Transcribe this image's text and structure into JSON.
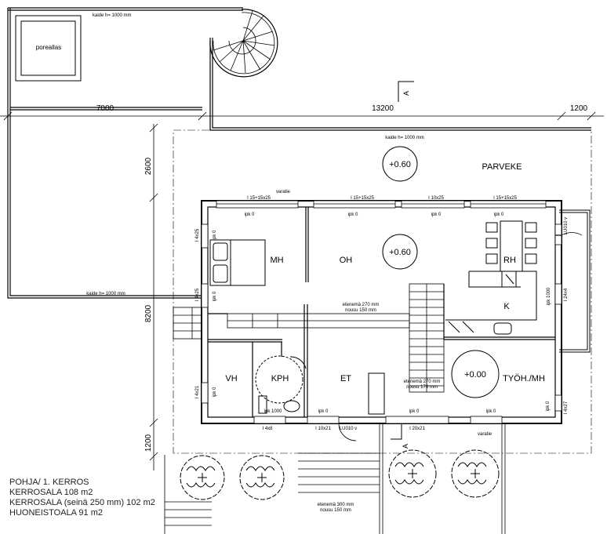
{
  "labels": {
    "poreallas": "poreallas",
    "kaide_top": "kaide h= 1000 mm",
    "kaide_parveke": "kaide h= 1000 mm",
    "kaide_left": "kaide h= 1000 mm",
    "arrow_a_top": "A",
    "arrow_a_bottom": "A",
    "dim_7000": "7000",
    "dim_13200": "13200",
    "dim_1200_top": "1200",
    "dim_2600": "2600",
    "dim_8200": "8200",
    "dim_1200_side": "1200",
    "level_parveke": "+0.60",
    "level_oh": "+0.60",
    "level_tyoh": "+0.00",
    "room_parveke": "PARVEKE",
    "room_mh": "MH",
    "room_oh": "OH",
    "room_rh": "RH",
    "room_k": "K",
    "room_vh": "VH",
    "room_kph": "KPH",
    "room_et": "ET",
    "room_tyoh": "TYÖH./MH",
    "varatie_top": "varatie",
    "varatie_bottom": "varatie",
    "win_15_1": "I 15+15x25",
    "win_15_2": "I 15+15x25",
    "win_10x25": "I 10x25",
    "win_15_3": "I 15+15x25",
    "ipk_1": "ipk 0",
    "ipk_2": "ipk 0",
    "ipk_3": "ipk 0",
    "ipk_4": "ipk 0",
    "ipk_5": "ipk 0",
    "ipk_6": "ipk 0",
    "ipk_7": "ipk 0",
    "ipk_8": "ipk 0",
    "ipk_1000": "ipk 1000",
    "side_4x25_a": "I 4x25",
    "side_4x25_b": "I 4x25",
    "side_4x21": "I 4x21",
    "side_lu010_r": "LU010 v",
    "side_24x4": "I 24x4",
    "side_4x27": "I 4x27",
    "stair1_a": "etenemä 270 mm",
    "stair1_b": "nousu 150 mm",
    "stair2_a": "etenemä 270 mm",
    "stair2_b": "nousu 176 mm",
    "stair3_a": "etenemä 300 mm",
    "stair3_b": "nousu 150 mm",
    "bot_4x8": "I 4x8",
    "bot_10x21": "I 10x21",
    "bot_lu010": "LU010 v",
    "bot_20x21": "I 20x21"
  },
  "info": {
    "line1": "POHJA/ 1. KERROS",
    "line2": "KERROSALA 108 m2",
    "line3": "KERROSALA (seinä 250 mm) 102 m2",
    "line4": "HUONEISTOALA 91 m2"
  }
}
